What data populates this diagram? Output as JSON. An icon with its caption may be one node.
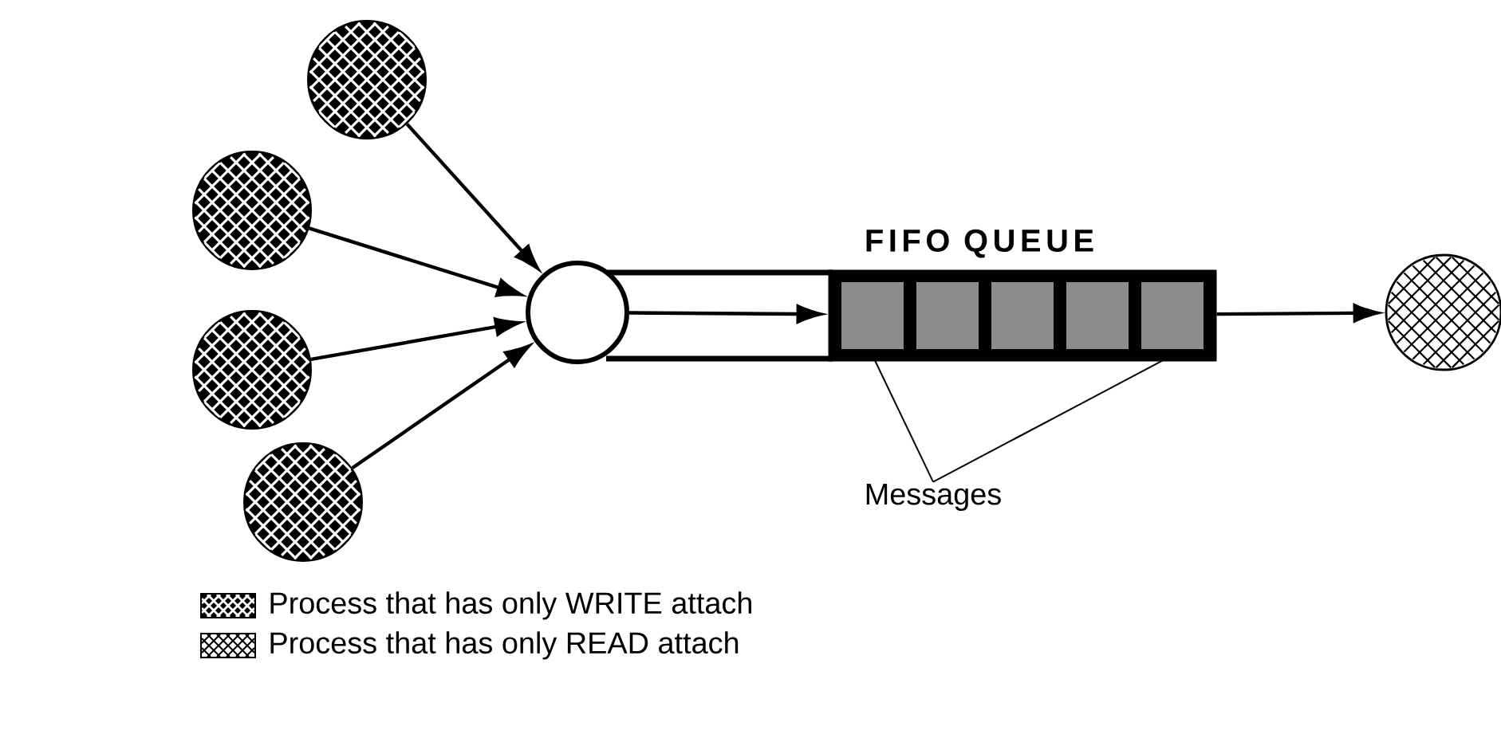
{
  "diagram": {
    "nodes": [
      {
        "text": [],
        "shape": "circle"
      },
      {
        "text": [],
        "shape": "circle"
      },
      {
        "text": [],
        "shape": "circle"
      },
      {
        "text": [],
        "shape": "circle"
      },
      {
        "text": [],
        "shape": "circle"
      },
      {
        "text": [
          "FIFO QUEUE"
        ]
      },
      {
        "text": [],
        "shape": "box",
        "in": 5
      },
      {
        "text": [],
        "shape": "box",
        "in": 5
      },
      {
        "text": [],
        "shape": "box",
        "in": 5
      },
      {
        "text": [],
        "shape": "box",
        "in": 5
      },
      {
        "text": [],
        "shape": "box",
        "in": 5
      },
      {
        "text": [],
        "shape": "circle"
      },
      {
        "text": [
          "Messages"
        ]
      }
    ],
    "edges": [
      {
        "from": 0,
        "to": 4,
        "arrow": "to"
      },
      {
        "from": 1,
        "to": 4,
        "arrow": "to"
      },
      {
        "from": 2,
        "to": 4,
        "arrow": "to"
      },
      {
        "from": 3,
        "to": 4,
        "arrow": "to"
      },
      {
        "from": 4,
        "to": 5,
        "arrow": "to"
      },
      {
        "from": 5,
        "to": 11,
        "arrow": "to"
      },
      {
        "from": 12,
        "to": 6,
        "arrow": "none"
      },
      {
        "from": 12,
        "to": 10,
        "arrow": "none"
      }
    ],
    "legend": [
      {
        "text": "Process that has only WRITE attach"
      },
      {
        "text": "Process that has only READ  attach"
      }
    ]
  }
}
